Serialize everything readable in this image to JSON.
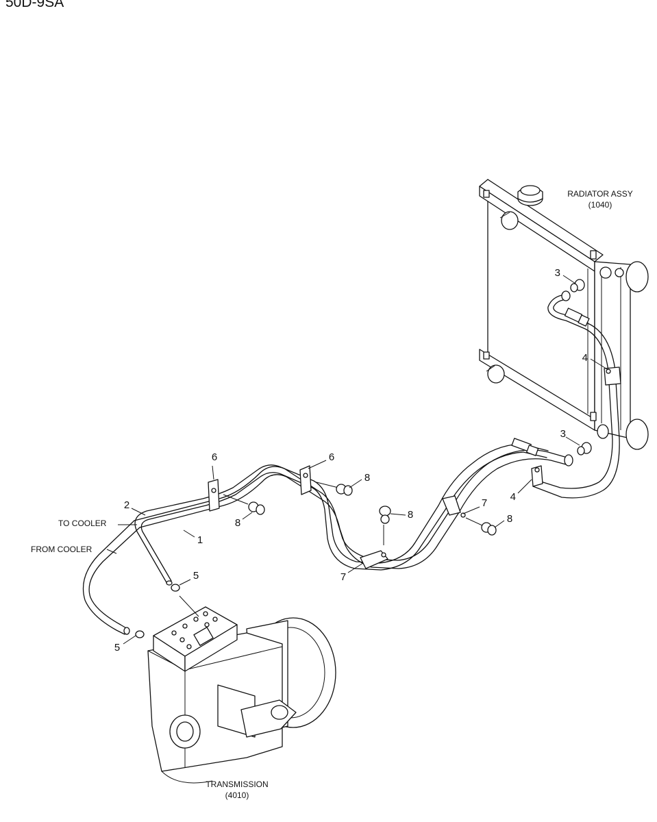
{
  "page_title": "50D-9SA",
  "components": {
    "radiator": {
      "name": "RADIATOR ASSY",
      "ref": "(1040)"
    },
    "transmission": {
      "name": "TRANSMISSION",
      "ref": "(4010)"
    }
  },
  "line_labels": {
    "to_cooler": "TO COOLER",
    "from_cooler": "FROM COOLER"
  },
  "callouts": {
    "c1": "1",
    "c2": "2",
    "c3a": "3",
    "c3b": "3",
    "c4a": "4",
    "c4b": "4",
    "c5a": "5",
    "c5b": "5",
    "c6a": "6",
    "c6b": "6",
    "c7a": "7",
    "c7b": "7",
    "c8a": "8",
    "c8b": "8",
    "c8c": "8",
    "c8d": "8"
  }
}
